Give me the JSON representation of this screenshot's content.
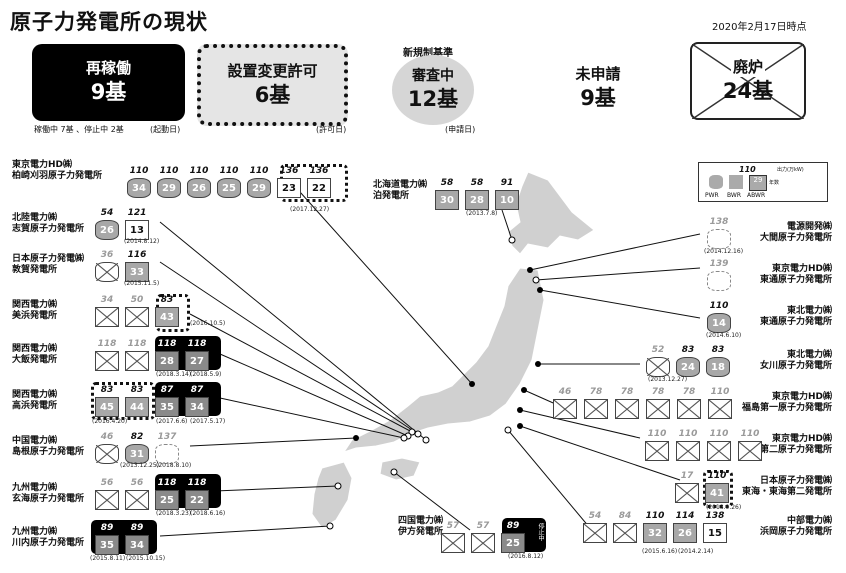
{
  "title": "原子力発電所の現状",
  "as_of": "2020年2月17日時点",
  "summary": [
    {
      "label": "再稼働",
      "count": "9基",
      "note": "稼働中 7基 、停止中 2基",
      "note2": "(起動日)"
    },
    {
      "label": "設置変更許可",
      "count": "6基",
      "note": "(許可日)"
    },
    {
      "label_top": "新規制基準",
      "label": "審査中",
      "count": "12基",
      "note": "(申請日)"
    },
    {
      "label": "未申請",
      "count": "9基"
    },
    {
      "label": "廃炉",
      "count": "24基"
    }
  ],
  "legend": {
    "capacity": "110",
    "capacity_note": "出力(万kW)",
    "age": "29",
    "age_note": "年数",
    "types": [
      "PWR",
      "BWR",
      "ABWR"
    ]
  },
  "plants": [
    {
      "company": "東京電力HD㈱",
      "name": "柏崎刈羽原子力発電所",
      "units": [
        {
          "c": "110",
          "a": "34",
          "s": "idle",
          "t": "cyl"
        },
        {
          "c": "110",
          "a": "29",
          "s": "idle",
          "t": "cyl"
        },
        {
          "c": "110",
          "a": "26",
          "s": "idle",
          "t": "cyl"
        },
        {
          "c": "110",
          "a": "25",
          "s": "idle",
          "t": "cyl"
        },
        {
          "c": "110",
          "a": "29",
          "s": "idle",
          "t": "cyl"
        },
        {
          "c": "136",
          "a": "23",
          "s": "wh",
          "t": "sq"
        },
        {
          "c": "136",
          "a": "22",
          "s": "wh",
          "t": "sq"
        }
      ],
      "date": "(2017.12.27)"
    },
    {
      "company": "北陸電力㈱",
      "name": "志賀原子力発電所",
      "units": [
        {
          "c": "54",
          "a": "26",
          "s": "idle",
          "t": "cyl"
        },
        {
          "c": "121",
          "a": "13",
          "s": "wh",
          "t": "sq"
        }
      ],
      "date": "(2014.8.12)"
    },
    {
      "company": "日本原子力発電㈱",
      "name": "敦賀発電所",
      "units": [
        {
          "c": "36",
          "a": "",
          "s": "x",
          "t": "cyl"
        },
        {
          "c": "116",
          "a": "33",
          "s": "idle",
          "t": "sq"
        }
      ],
      "date": "(2015.11.5)"
    },
    {
      "company": "関西電力㈱",
      "name": "美浜発電所",
      "units": [
        {
          "c": "34",
          "a": "",
          "s": "x",
          "t": "sq"
        },
        {
          "c": "50",
          "a": "",
          "s": "x",
          "t": "sq"
        },
        {
          "c": "83",
          "a": "43",
          "s": "idle",
          "t": "sq"
        }
      ],
      "date": "(2016.10.5)"
    },
    {
      "company": "関西電力㈱",
      "name": "大飯発電所",
      "units": [
        {
          "c": "118",
          "a": "",
          "s": "x",
          "t": "sq"
        },
        {
          "c": "118",
          "a": "",
          "s": "x",
          "t": "sq"
        },
        {
          "c": "118",
          "a": "28",
          "s": "op",
          "t": "sq"
        },
        {
          "c": "118",
          "a": "27",
          "s": "op",
          "t": "sq"
        }
      ],
      "date": "(2018.3.14)",
      "date2": "(2018.5.9)"
    },
    {
      "company": "関西電力㈱",
      "name": "高浜発電所",
      "units": [
        {
          "c": "83",
          "a": "45",
          "s": "idle",
          "t": "sq"
        },
        {
          "c": "83",
          "a": "44",
          "s": "idle",
          "t": "sq"
        },
        {
          "c": "87",
          "a": "35",
          "s": "op",
          "t": "sq"
        },
        {
          "c": "87",
          "a": "34",
          "s": "op",
          "t": "sq"
        }
      ],
      "date": "(2016.4.20)",
      "date2": "(2017.6.6)",
      "date3": "(2017.5.17)"
    },
    {
      "company": "中国電力㈱",
      "name": "島根原子力発電所",
      "units": [
        {
          "c": "46",
          "a": "",
          "s": "x",
          "t": "cyl"
        },
        {
          "c": "82",
          "a": "31",
          "s": "idle",
          "t": "cyl"
        },
        {
          "c": "137",
          "a": "",
          "s": "dash",
          "t": "cyl"
        }
      ],
      "date": "(2013.12.25)",
      "date2": "(2018.8.10)"
    },
    {
      "company": "九州電力㈱",
      "name": "玄海原子力発電所",
      "units": [
        {
          "c": "56",
          "a": "",
          "s": "x",
          "t": "sq"
        },
        {
          "c": "56",
          "a": "",
          "s": "x",
          "t": "sq"
        },
        {
          "c": "118",
          "a": "25",
          "s": "op",
          "t": "sq"
        },
        {
          "c": "118",
          "a": "22",
          "s": "op",
          "t": "sq"
        }
      ],
      "date": "(2018.3.23)",
      "date2": "(2018.6.16)"
    },
    {
      "company": "九州電力㈱",
      "name": "川内原子力発電所",
      "units": [
        {
          "c": "89",
          "a": "35",
          "s": "op",
          "t": "sq"
        },
        {
          "c": "89",
          "a": "34",
          "s": "op",
          "t": "sq"
        }
      ],
      "date": "(2015.8.11)",
      "date2": "(2015.10.15)"
    },
    {
      "company": "四国電力㈱",
      "name": "伊方発電所",
      "units": [
        {
          "c": "57",
          "a": "",
          "s": "x",
          "t": "sq"
        },
        {
          "c": "57",
          "a": "",
          "s": "x",
          "t": "sq"
        },
        {
          "c": "89",
          "a": "25",
          "s": "op",
          "t": "sq"
        }
      ],
      "date": "(2016.8.12)",
      "tag": "停止中"
    },
    {
      "company": "北海道電力㈱",
      "name": "泊発電所",
      "units": [
        {
          "c": "58",
          "a": "30",
          "s": "idle",
          "t": "sq"
        },
        {
          "c": "58",
          "a": "28",
          "s": "idle",
          "t": "sq"
        },
        {
          "c": "91",
          "a": "10",
          "s": "idle",
          "t": "sq"
        }
      ],
      "date": "(2013.7.8)"
    },
    {
      "company": "電源開発㈱",
      "name": "大間原子力発電所",
      "units": [
        {
          "c": "138",
          "a": "",
          "s": "dash",
          "t": "cyl"
        }
      ],
      "date": "(2014.12.16)"
    },
    {
      "company": "東京電力HD㈱",
      "name": "東通原子力発電所",
      "units": [
        {
          "c": "139",
          "a": "",
          "s": "dash",
          "t": "cyl"
        }
      ]
    },
    {
      "company": "東北電力㈱",
      "name": "東通原子力発電所",
      "units": [
        {
          "c": "110",
          "a": "14",
          "s": "idle",
          "t": "cyl"
        }
      ],
      "date": "(2014.6.10)"
    },
    {
      "company": "東北電力㈱",
      "name": "女川原子力発電所",
      "units": [
        {
          "c": "52",
          "a": "",
          "s": "x",
          "t": "cyl"
        },
        {
          "c": "83",
          "a": "24",
          "s": "idle",
          "t": "cyl"
        },
        {
          "c": "83",
          "a": "18",
          "s": "idle",
          "t": "cyl"
        }
      ],
      "date": "(2013.12.27)"
    },
    {
      "company": "東京電力HD㈱",
      "name": "福島第一原子力発電所",
      "units": [
        {
          "c": "46",
          "a": "",
          "s": "x",
          "t": "sq"
        },
        {
          "c": "78",
          "a": "",
          "s": "x",
          "t": "sq"
        },
        {
          "c": "78",
          "a": "",
          "s": "x",
          "t": "sq"
        },
        {
          "c": "78",
          "a": "",
          "s": "x",
          "t": "sq"
        },
        {
          "c": "78",
          "a": "",
          "s": "x",
          "t": "sq"
        },
        {
          "c": "110",
          "a": "",
          "s": "x",
          "t": "sq"
        }
      ]
    },
    {
      "company": "東京電力HD㈱",
      "name": "福島第二原子力発電所",
      "units": [
        {
          "c": "110",
          "a": "",
          "s": "x",
          "t": "sq"
        },
        {
          "c": "110",
          "a": "",
          "s": "x",
          "t": "sq"
        },
        {
          "c": "110",
          "a": "",
          "s": "x",
          "t": "sq"
        },
        {
          "c": "110",
          "a": "",
          "s": "x",
          "t": "sq"
        }
      ]
    },
    {
      "company": "日本原子力発電㈱",
      "name": "東海・東海第二発電所",
      "units": [
        {
          "c": "17",
          "a": "",
          "s": "x",
          "t": "sq"
        },
        {
          "c": "110",
          "a": "41",
          "s": "idle",
          "t": "sq"
        }
      ],
      "date": "(2018.9.26)"
    },
    {
      "company": "中部電力㈱",
      "name": "浜岡原子力発電所",
      "units": [
        {
          "c": "54",
          "a": "",
          "s": "x",
          "t": "sq"
        },
        {
          "c": "84",
          "a": "",
          "s": "x",
          "t": "sq"
        },
        {
          "c": "110",
          "a": "32",
          "s": "idle",
          "t": "sq"
        },
        {
          "c": "114",
          "a": "26",
          "s": "idle",
          "t": "sq"
        },
        {
          "c": "138",
          "a": "15",
          "s": "wh",
          "t": "sq"
        }
      ],
      "date": "(2015.6.16)",
      "date2": "(2014.2.14)"
    }
  ]
}
